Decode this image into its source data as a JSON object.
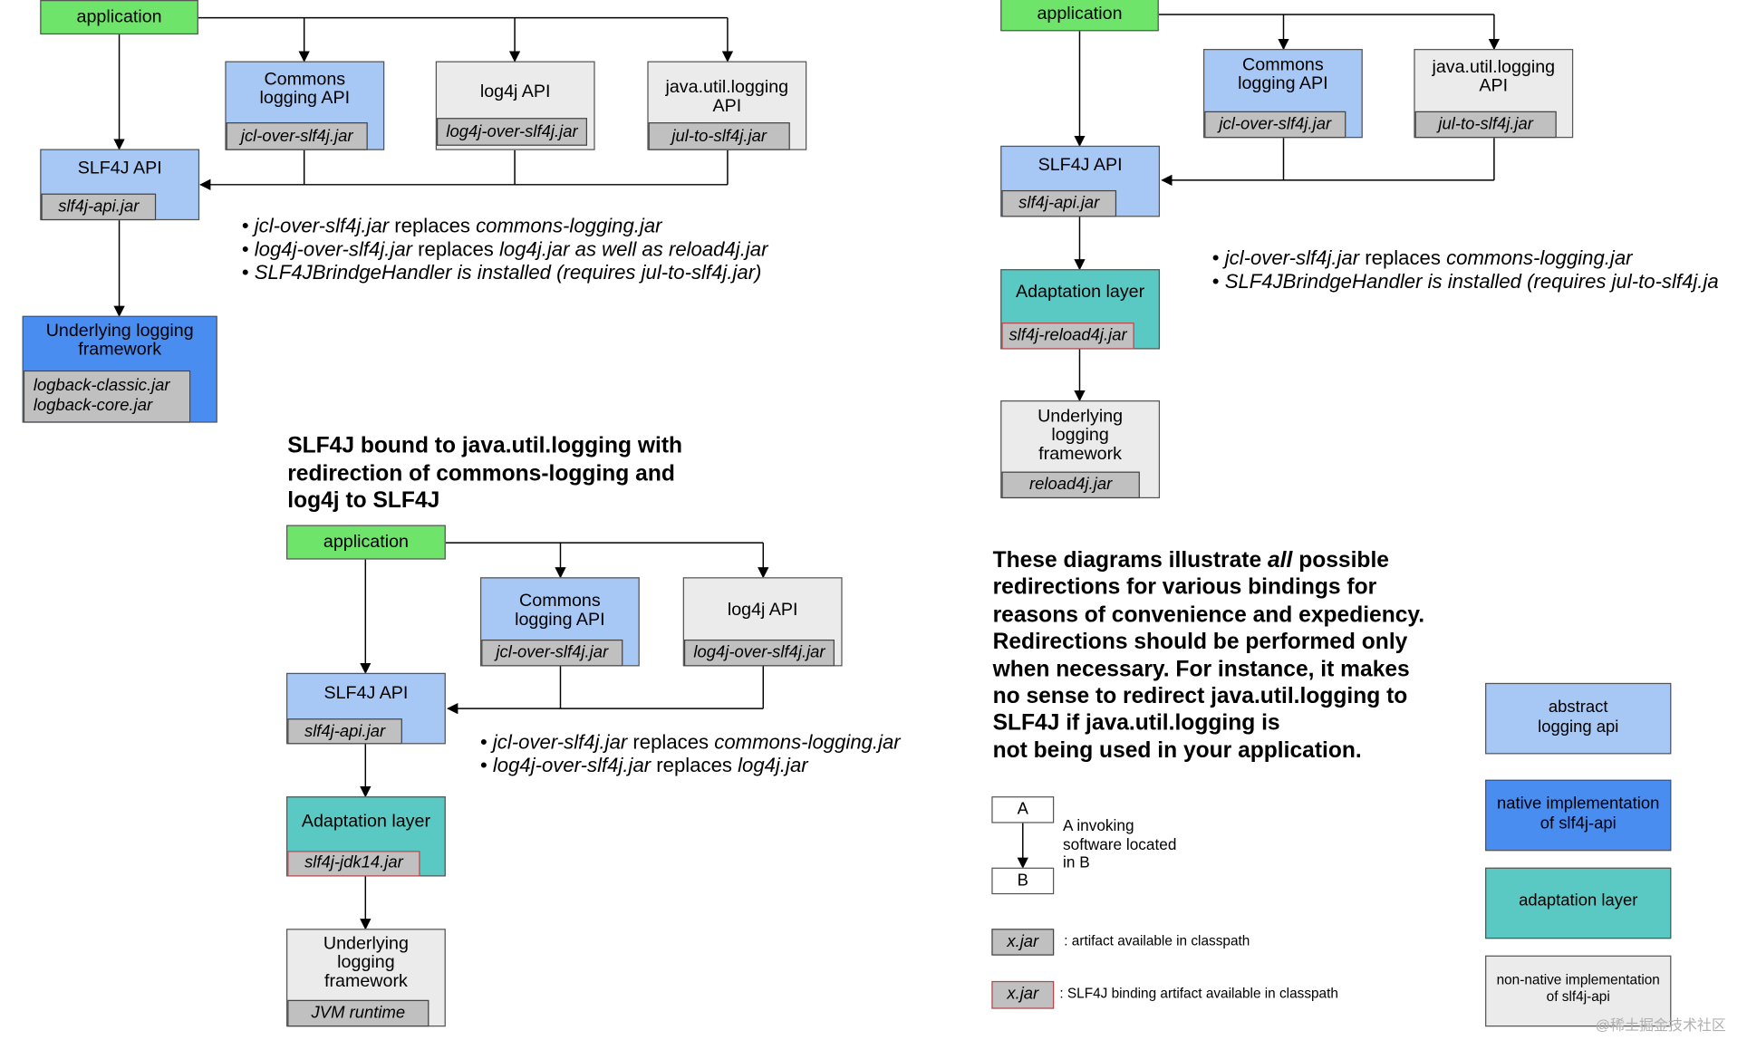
{
  "diagram_top_left": {
    "application": "application",
    "commons_api": "Commons\nlogging API",
    "commons_jar": "jcl-over-slf4j.jar",
    "log4j_api": "log4j API",
    "log4j_jar": "log4j-over-slf4j.jar",
    "jul_api": "java.util.logging\nAPI",
    "jul_jar": "jul-to-slf4j.jar",
    "slf4j_api": "SLF4J API",
    "slf4j_jar": "slf4j-api.jar",
    "underlying": "Underlying logging\nframework",
    "underlying_jar": "logback-classic.jar\nlogback-core.jar",
    "notes": [
      {
        "italic": "jcl-over-slf4j.jar",
        "plain": " replaces ",
        "italic2": "commons-logging.jar"
      },
      {
        "italic": "log4j-over-slf4j.jar",
        "plain": " replaces ",
        "italic2": "log4j.jar as well as reload4j.jar"
      },
      {
        "italic": "SLF4JBrindgeHandler is installed (requires jul-to-slf4j.jar)",
        "plain": "",
        "italic2": ""
      }
    ]
  },
  "diagram_bottom_left": {
    "heading": "SLF4J bound to java.util.logging with\nredirection of commons-logging and\nlog4j to SLF4J",
    "application": "application",
    "commons_api": "Commons\nlogging API",
    "commons_jar": "jcl-over-slf4j.jar",
    "log4j_api": "log4j API",
    "log4j_jar": "log4j-over-slf4j.jar",
    "slf4j_api": "SLF4J API",
    "slf4j_jar": "slf4j-api.jar",
    "adaptation": "Adaptation layer",
    "adaptation_jar": "slf4j-jdk14.jar",
    "underlying": "Underlying\nlogging\nframework",
    "underlying_jar": "JVM runtime",
    "notes": [
      {
        "italic": "jcl-over-slf4j.jar",
        "plain": " replaces ",
        "italic2": "commons-logging.jar"
      },
      {
        "italic": "log4j-over-slf4j.jar",
        "plain": " replaces ",
        "italic2": "log4j.jar"
      }
    ]
  },
  "diagram_right": {
    "application": "application",
    "commons_api": "Commons\nlogging API",
    "commons_jar": "jcl-over-slf4j.jar",
    "jul_api": "java.util.logging\nAPI",
    "jul_jar": "jul-to-slf4j.jar",
    "slf4j_api": "SLF4J API",
    "slf4j_jar": "slf4j-api.jar",
    "adaptation": "Adaptation layer",
    "adaptation_jar": "slf4j-reload4j.jar",
    "underlying": "Underlying\nlogging\nframework",
    "underlying_jar": "reload4j.jar",
    "notes": [
      {
        "italic": "jcl-over-slf4j.jar",
        "plain": " replaces ",
        "italic2": "commons-logging.jar"
      },
      {
        "italic": "SLF4JBrindgeHandler is installed (requires jul-to-slf4j.ja",
        "plain": "",
        "italic2": ""
      }
    ]
  },
  "paragraph": {
    "line1_pre": "These diagrams illustrate ",
    "line1_em": "all",
    "line1_post": " possible",
    "lines": [
      "redirections for various bindings for",
      "reasons of convenience and expediency.",
      "Redirections should be performed only",
      "when necessary. For instance, it makes",
      "no sense to redirect java.util.logging to",
      "SLF4J if java.util.logging is",
      "not being used in your application."
    ]
  },
  "legend": {
    "a": "A",
    "b": "B",
    "invoke_text": "A invoking\nsoftware located\nin B",
    "jar_sample": "x.jar",
    "jar_desc": ": artifact available in classpath",
    "binding_sample": "x.jar",
    "binding_desc": ": SLF4J binding artifact available in classpath",
    "abstract": "abstract\nlogging api",
    "native": "native implementation\nof slf4j-api",
    "adaptation": "adaptation layer",
    "non_native": "non-native implementation\nof slf4j-api"
  },
  "watermark": "@稀土掘金技术社区",
  "colors": {
    "application": "#6ee46a",
    "abstract_api": "#a7c8f4",
    "native_impl": "#4a8df0",
    "adaptation": "#5ac9c3",
    "non_native": "#ebebeb",
    "jar": "#c0c0c0",
    "binding_border": "#b7464b"
  }
}
